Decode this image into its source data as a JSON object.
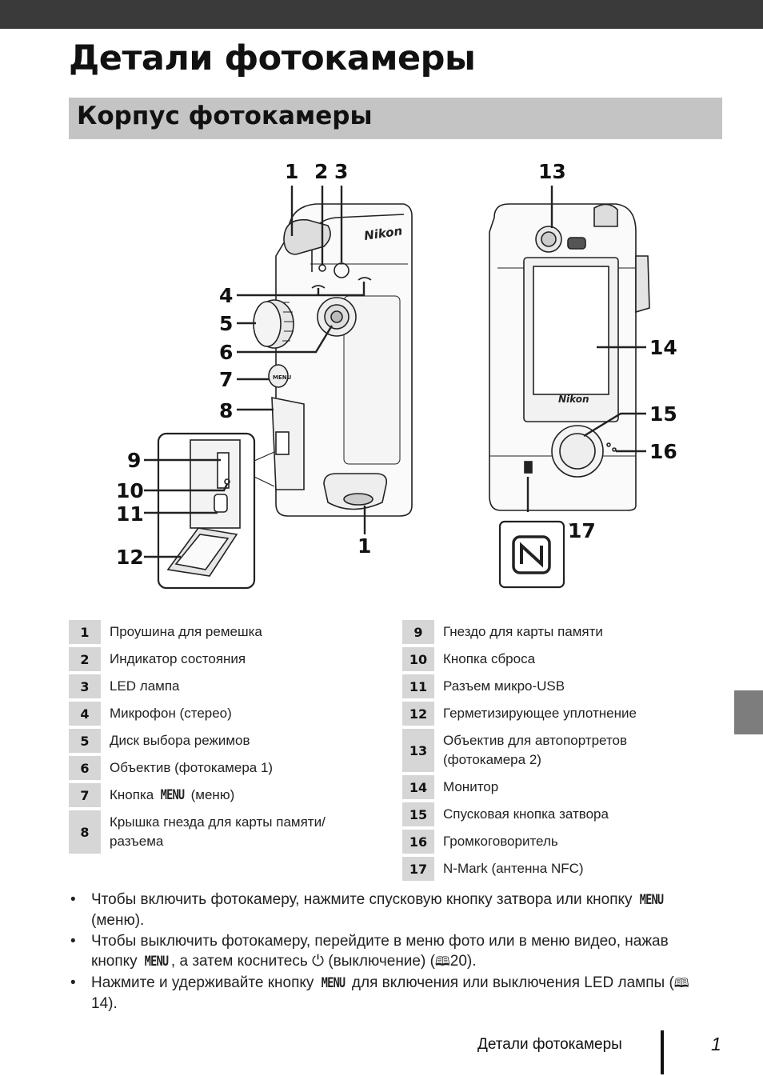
{
  "page": {
    "title": "Детали фотокамеры",
    "section_title": "Корпус фотокамеры"
  },
  "figure": {
    "brand_front": "Nikon",
    "brand_back": "Nikon",
    "menu_button_text": "MENU",
    "callouts": [
      "1",
      "2",
      "3",
      "4",
      "5",
      "6",
      "7",
      "8",
      "9",
      "10",
      "11",
      "12",
      "1",
      "13",
      "14",
      "15",
      "16",
      "17"
    ]
  },
  "legend_left": [
    {
      "num": "1",
      "text": "Проушина для ремешка"
    },
    {
      "num": "2",
      "text": "Индикатор состояния"
    },
    {
      "num": "3",
      "text": "LED лампа"
    },
    {
      "num": "4",
      "text": "Микрофон (стерео)"
    },
    {
      "num": "5",
      "text": "Диск выбора режимов"
    },
    {
      "num": "6",
      "text": "Объектив (фотокамера 1)"
    },
    {
      "num": "7",
      "text_pre": "Кнопка ",
      "glyph": "MENU",
      "text_post": " (меню)"
    },
    {
      "num": "8",
      "text": "Крышка гнезда для карты памяти/ разъема"
    }
  ],
  "legend_right": [
    {
      "num": "9",
      "text": "Гнездо для карты памяти"
    },
    {
      "num": "10",
      "text": "Кнопка сброса"
    },
    {
      "num": "11",
      "text": "Разъем микро-USB"
    },
    {
      "num": "12",
      "text": "Герметизирующее уплотнение"
    },
    {
      "num": "13",
      "text": "Объектив для автопортретов (фотокамера 2)"
    },
    {
      "num": "14",
      "text": "Монитор"
    },
    {
      "num": "15",
      "text": "Спусковая кнопка затвора"
    },
    {
      "num": "16",
      "text": "Громкоговоритель"
    },
    {
      "num": "17",
      "text": "N-Mark (антенна NFC)"
    }
  ],
  "bullets": [
    {
      "pre": "Чтобы включить фотокамеру, нажмите спусковую кнопку затвора или кнопку ",
      "glyph": "MENU",
      "post": " (меню)."
    },
    {
      "pre": "Чтобы выключить фотокамеру, перейдите в меню фото или в меню видео, нажав кнопку ",
      "glyph": "MENU",
      "mid": ", а затем коснитесь ",
      "icon": "power-icon",
      "post": " (выключение) (",
      "ref_icon": "book-icon",
      "ref": "20)."
    },
    {
      "pre": "Нажмите и удерживайте кнопку ",
      "glyph": "MENU",
      "post": " для включения или выключения LED лампы (",
      "ref_icon": "book-icon",
      "ref": "14)."
    }
  ],
  "footer": {
    "section_label": "Детали фотокамеры",
    "page_number": "1"
  }
}
